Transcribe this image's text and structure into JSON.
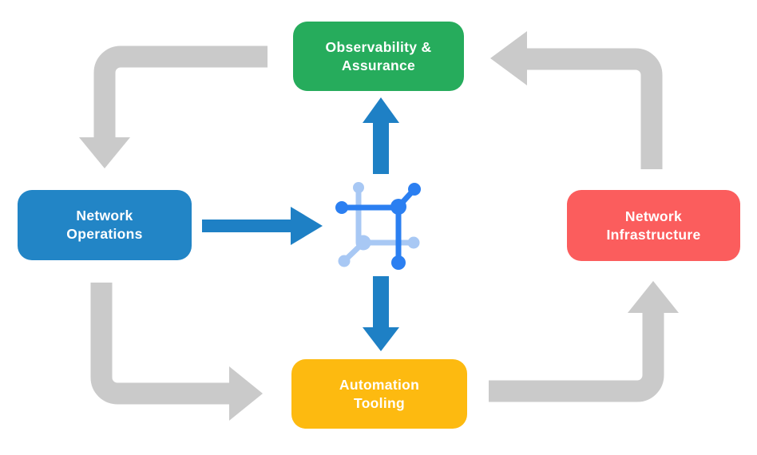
{
  "diagram": {
    "description": "Closed-loop network automation cycle diagram with central network hub icon",
    "nodes": {
      "observability": {
        "label": "Observability &\nAssurance",
        "color": "#26AC5C"
      },
      "operations": {
        "label": "Network\nOperations",
        "color": "#2285C6"
      },
      "infrastructure": {
        "label": "Network\nInfrastructure",
        "color": "#FB5D5D"
      },
      "tooling": {
        "label": "Automation\nTooling",
        "color": "#FDBA10"
      }
    },
    "center_icon": "network-hub-icon",
    "flows": {
      "cycle": [
        {
          "from": "Observability & Assurance",
          "to": "Network Operations",
          "color": "#CACACA"
        },
        {
          "from": "Network Operations",
          "to": "Automation Tooling",
          "color": "#CACACA"
        },
        {
          "from": "Automation Tooling",
          "to": "Network Infrastructure",
          "color": "#CACACA"
        },
        {
          "from": "Network Infrastructure",
          "to": "Observability & Assurance",
          "color": "#CACACA"
        }
      ],
      "hub": [
        {
          "from": "Network Operations",
          "to": "hub",
          "color": "#1E80C5"
        },
        {
          "from": "hub",
          "to": "Observability & Assurance",
          "color": "#1E80C5"
        },
        {
          "from": "hub",
          "to": "Automation Tooling",
          "color": "#1E80C5"
        }
      ]
    },
    "colors": {
      "background": "#FFFFFF",
      "gray_arrow": "#CACACA",
      "blue_arrow": "#1E80C5",
      "icon_dark_blue": "#2B7FF1",
      "icon_light_blue": "#A8C8F4",
      "label_text": "#FFFFFF"
    }
  }
}
